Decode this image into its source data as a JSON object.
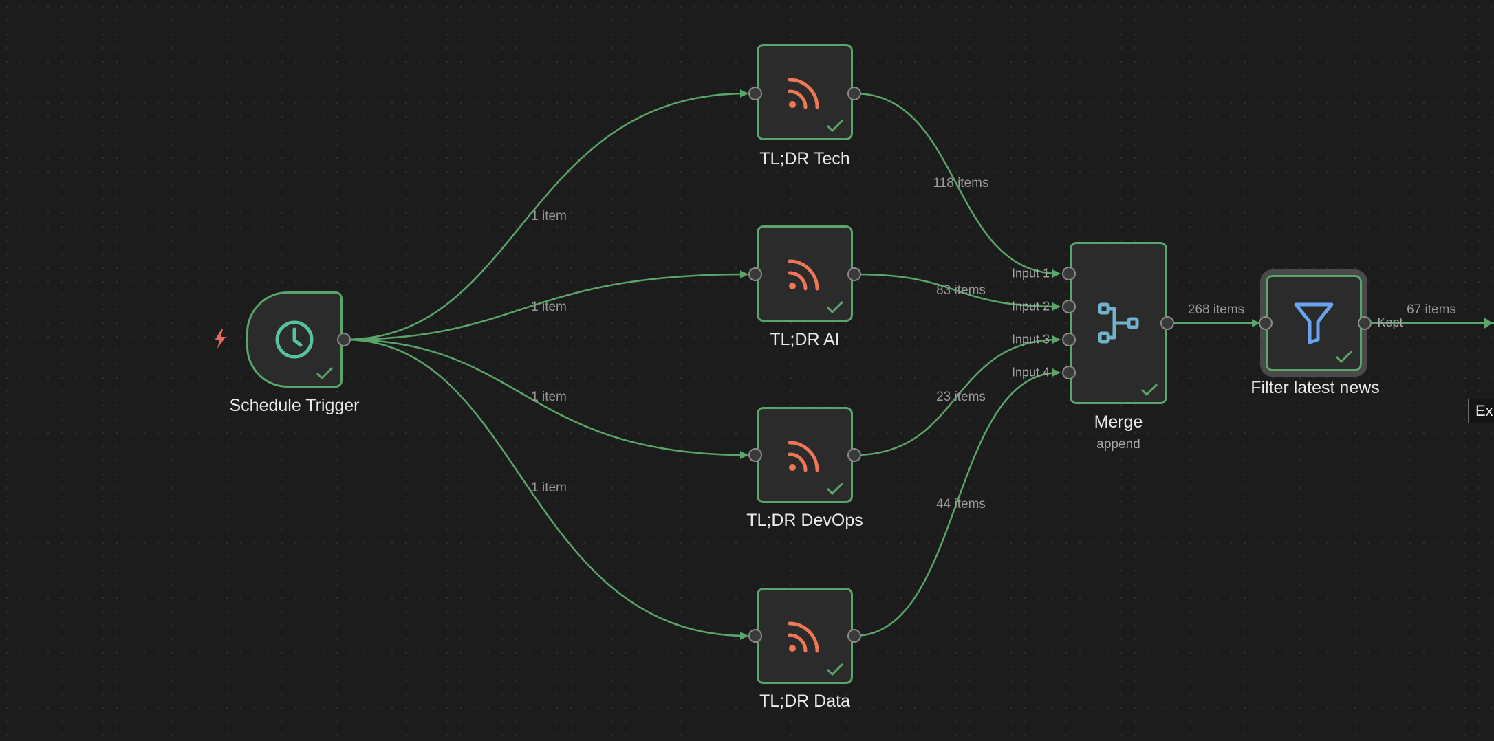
{
  "colors": {
    "canvas": "#1c1c1c",
    "node_border": "#5aa66a",
    "edge": "#5aa66a",
    "rss_icon": "#ef7757",
    "trigger_icon": "#57c2a0",
    "merge_icon": "#6fb4cc",
    "filter_icon": "#6aa3f2",
    "bolt": "#e96a5a"
  },
  "nodes": {
    "schedule_trigger": {
      "label": "Schedule Trigger",
      "icon": "clock-icon"
    },
    "tldr_tech": {
      "label": "TL;DR Tech",
      "icon": "rss-icon"
    },
    "tldr_ai": {
      "label": "TL;DR AI",
      "icon": "rss-icon"
    },
    "tldr_devops": {
      "label": "TL;DR DevOps",
      "icon": "rss-icon"
    },
    "tldr_data": {
      "label": "TL;DR Data",
      "icon": "rss-icon"
    },
    "merge": {
      "label": "Merge",
      "sublabel": "append",
      "icon": "merge-icon",
      "inputs": [
        "Input 1",
        "Input 2",
        "Input 3",
        "Input 4"
      ]
    },
    "filter": {
      "label": "Filter latest news",
      "icon": "funnel-icon",
      "output_label": "Kept"
    },
    "clipped": {
      "label": "Ex"
    }
  },
  "edges": {
    "trigger_to_tech": "1 item",
    "trigger_to_ai": "1 item",
    "trigger_to_devops": "1 item",
    "trigger_to_data": "1 item",
    "tech_to_merge": "118 items",
    "ai_to_merge": "83 items",
    "devops_to_merge": "23 items",
    "data_to_merge": "44 items",
    "merge_to_filter": "268 items",
    "filter_to_next": "67 items"
  }
}
